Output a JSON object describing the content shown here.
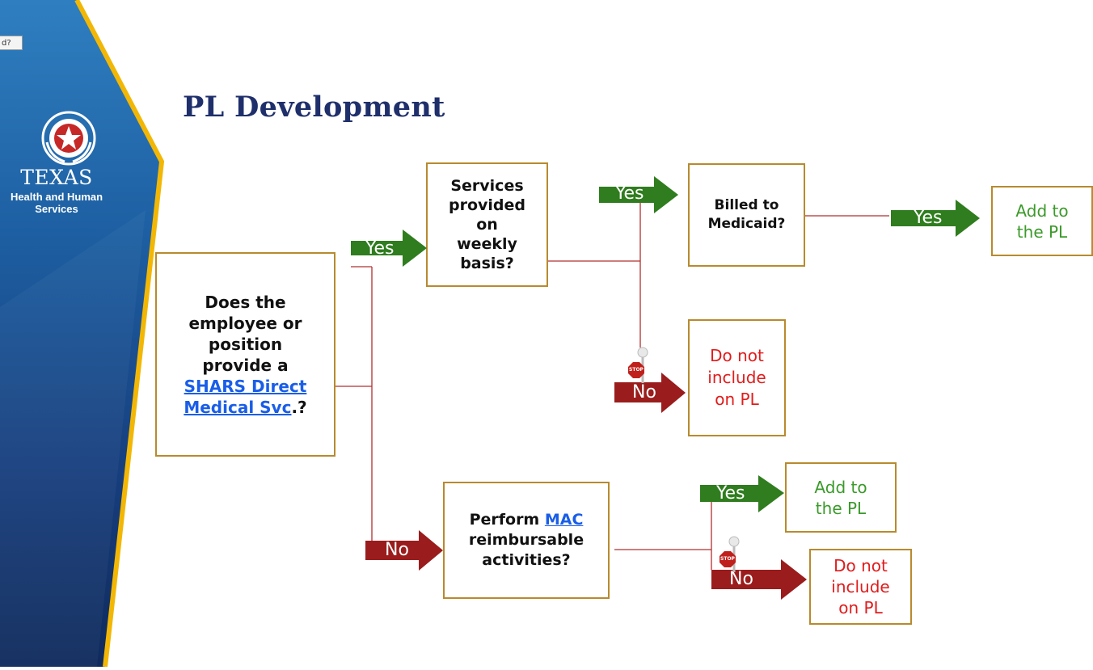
{
  "title": "PL Development",
  "tooltip_fragment": "d?",
  "logo": {
    "line1": "TEXAS",
    "line2": "Health and Human",
    "line3": "Services"
  },
  "colors": {
    "title": "#1f2f6b",
    "green": "#3b9a2a",
    "red": "#e21b1b",
    "link": "#1a5ee8",
    "border": "#b88a2e",
    "yes_arrow": "#2f7d1e",
    "no_arrow": "#9a1c1c"
  },
  "nodes": {
    "start": {
      "l1": "Does the",
      "l2": "employee or",
      "l3": "position",
      "l4": "provide a",
      "link_l1": "SHARS Direct",
      "link_l2": "Medical Svc",
      "suffix": ".?"
    },
    "weekly": {
      "l1": "Services",
      "l2": "provided",
      "l3": "on",
      "l4": "weekly",
      "l5": "basis?"
    },
    "medicaid": {
      "l1": "Billed to",
      "l2": "Medicaid?"
    },
    "add1": {
      "l1": "Add to",
      "l2": "the PL"
    },
    "noinc1": {
      "l1": "Do not",
      "l2": "include",
      "l3": "on PL"
    },
    "mac": {
      "prefix": "Perform ",
      "link": "MAC",
      "l2": "reimbursable",
      "l3": "activities?"
    },
    "add2": {
      "l1": "Add to",
      "l2": "the PL"
    },
    "noinc2": {
      "l1": "Do not",
      "l2": "include",
      "l3": "on PL"
    }
  },
  "arrows": {
    "yes": "Yes",
    "no": "No"
  },
  "stop_sign": "STOP"
}
